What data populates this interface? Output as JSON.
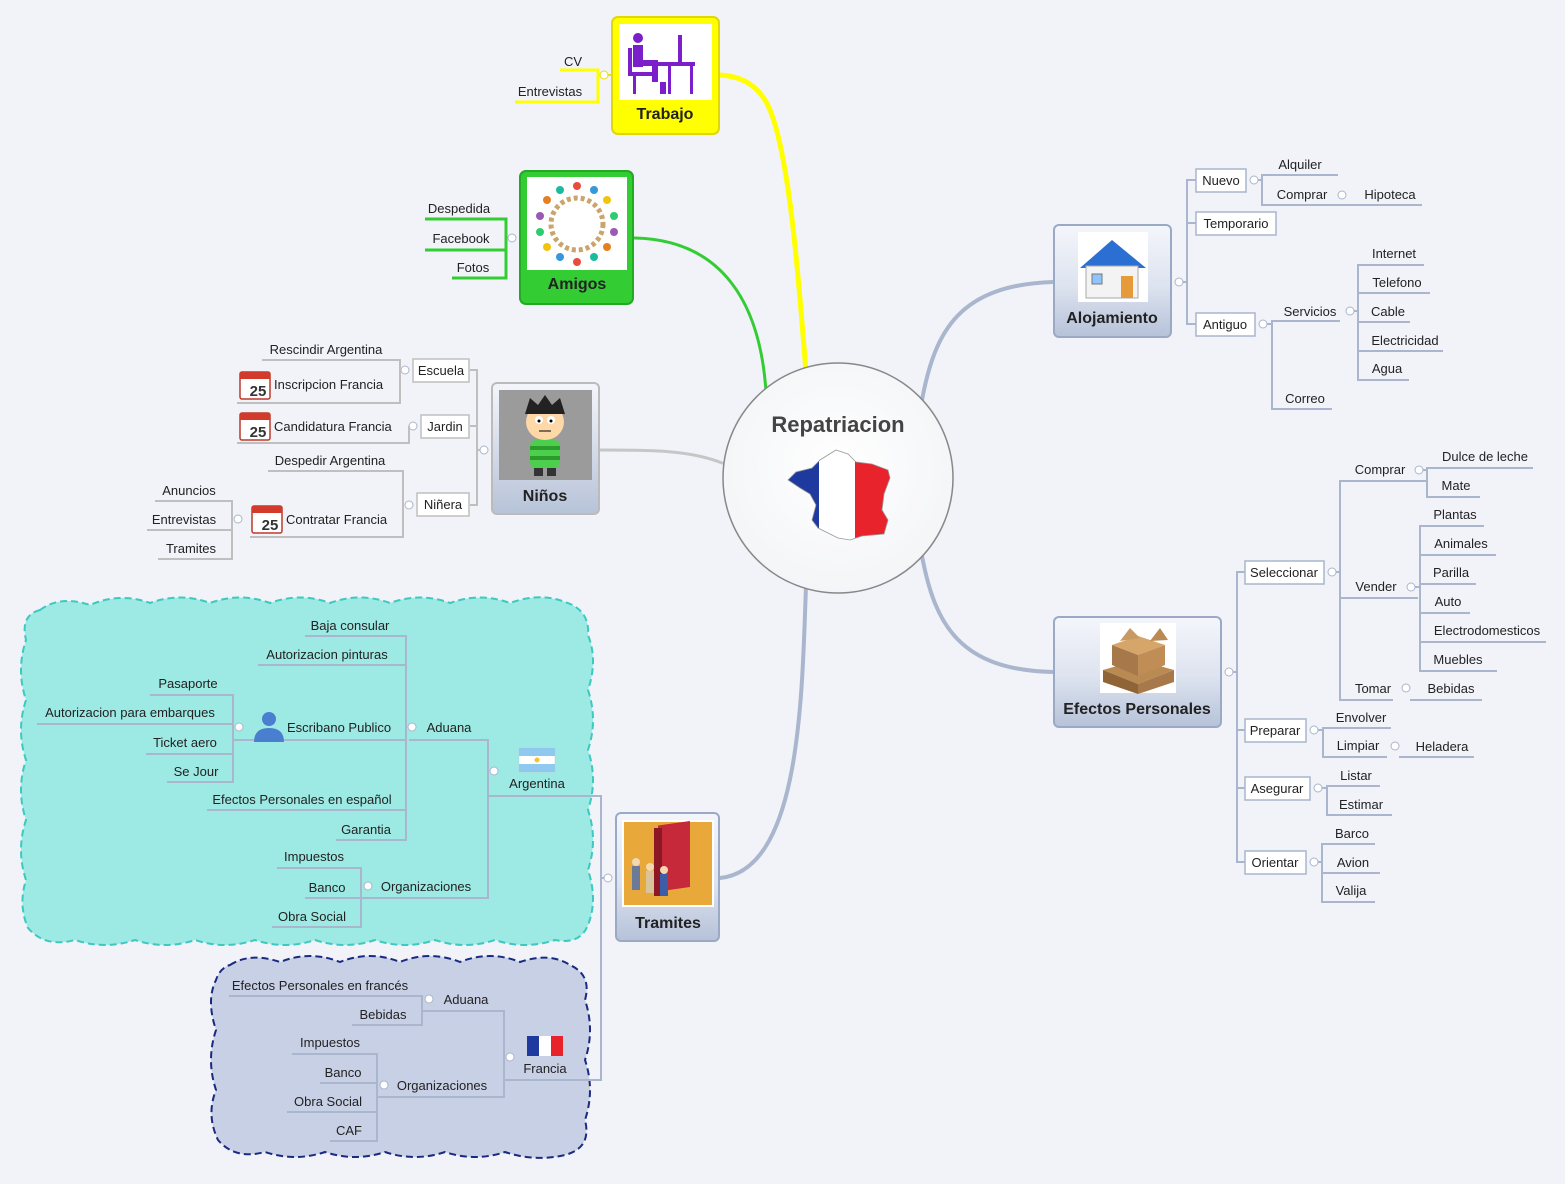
{
  "center": {
    "label": "Repatriacion"
  },
  "topics": {
    "trabajo": {
      "label": "Trabajo",
      "icon": "desk-worker-icon",
      "color": "#ffff00",
      "children": [
        "CV",
        "Entrevistas"
      ]
    },
    "amigos": {
      "label": "Amigos",
      "icon": "friends-circle-icon",
      "color": "#33cc33",
      "children": [
        "Despedida",
        "Facebook",
        "Fotos"
      ]
    },
    "ninos": {
      "label": "Niños",
      "icon": "cartoon-kid-icon",
      "escuela": {
        "label": "Escuela",
        "children": [
          "Rescindir Argentina",
          "Inscripcion Francia"
        ]
      },
      "jardin": {
        "label": "Jardin",
        "children": [
          "Candidatura Francia"
        ]
      },
      "ninera": {
        "label": "Niñera",
        "children": [
          "Despedir Argentina",
          "Contratar Francia"
        ],
        "contratar_children": [
          "Anuncios",
          "Entrevistas",
          "Tramites"
        ]
      },
      "calendar_day": "25"
    },
    "alojamiento": {
      "label": "Alojamiento",
      "icon": "house-icon",
      "nuevo": {
        "label": "Nuevo",
        "alquiler": "Alquiler",
        "comprar": "Comprar",
        "hipoteca": "Hipoteca"
      },
      "temporario": "Temporario",
      "antiguo": {
        "label": "Antiguo",
        "servicios": "Servicios",
        "servicios_children": [
          "Internet",
          "Telefono",
          "Cable",
          "Electricidad",
          "Agua"
        ],
        "correo": "Correo"
      }
    },
    "efectos": {
      "label": "Efectos Personales",
      "icon": "boxes-icon",
      "seleccionar": {
        "label": "Seleccionar",
        "comprar": "Comprar",
        "comprar_children": [
          "Dulce de leche",
          "Mate"
        ],
        "vender": "Vender",
        "vender_children": [
          "Plantas",
          "Animales",
          "Parilla",
          "Auto",
          "Electrodomesticos",
          "Muebles"
        ],
        "tomar": "Tomar",
        "bebidas": "Bebidas"
      },
      "preparar": {
        "label": "Preparar",
        "envolver": "Envolver",
        "limpiar": "Limpiar",
        "heladera": "Heladera"
      },
      "asegurar": {
        "label": "Asegurar",
        "children": [
          "Listar",
          "Estimar"
        ]
      },
      "orientar": {
        "label": "Orientar",
        "children": [
          "Barco",
          "Avion",
          "Valija"
        ]
      }
    },
    "tramites": {
      "label": "Tramites",
      "icon": "book-people-icon",
      "argentina": {
        "label": "Argentina",
        "flag": "argentina-flag-icon",
        "aduana": "Aduana",
        "aduana_children": [
          "Baja consular",
          "Autorizacion pinturas",
          "Efectos Personales en español",
          "Garantia"
        ],
        "escribano": "Escribano Publico",
        "escribano_children": [
          "Pasaporte",
          "Autorizacion para embarques",
          "Ticket aero",
          "Se Jour"
        ],
        "organizaciones": "Organizaciones",
        "organizaciones_children": [
          "Impuestos",
          "Banco",
          "Obra Social"
        ]
      },
      "francia": {
        "label": "Francia",
        "flag": "france-flag-icon",
        "aduana": "Aduana",
        "aduana_children": [
          "Efectos Personales en francés",
          "Bebidas"
        ],
        "organizaciones": "Organizaciones",
        "organizaciones_children": [
          "Impuestos",
          "Banco",
          "Obra Social",
          "CAF"
        ]
      }
    }
  },
  "colors": {
    "background": "#f1f3f9",
    "branch": "#a9b6ce",
    "trabajo": "#ffff00",
    "amigos": "#33cc33",
    "argentina_cloud": "#9de9e4",
    "argentina_border": "#3cc9c0",
    "francia_cloud": "#c8d0e6",
    "francia_border": "#1a2a80"
  }
}
